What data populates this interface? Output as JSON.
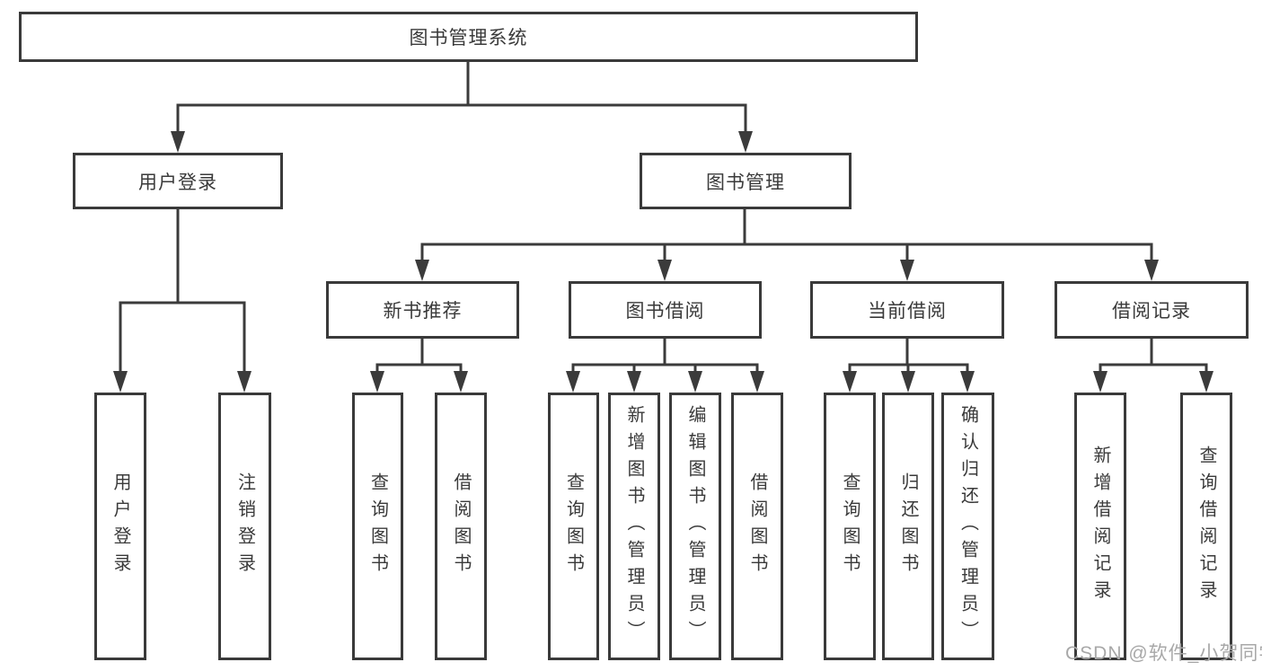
{
  "diagram": {
    "root": {
      "label": "图书管理系统"
    },
    "branches": [
      {
        "label": "用户登录",
        "children": [
          {
            "label": "用户登录"
          },
          {
            "label": "注销登录"
          }
        ]
      },
      {
        "label": "图书管理",
        "children": [
          {
            "label": "新书推荐",
            "children": [
              {
                "label": "查询图书"
              },
              {
                "label": "借阅图书"
              }
            ]
          },
          {
            "label": "图书借阅",
            "children": [
              {
                "label": "查询图书"
              },
              {
                "label": "新增图书（管理员）"
              },
              {
                "label": "编辑图书（管理员）"
              },
              {
                "label": "借阅图书"
              }
            ]
          },
          {
            "label": "当前借阅",
            "children": [
              {
                "label": "查询图书"
              },
              {
                "label": "归还图书"
              },
              {
                "label": "确认归还（管理员）"
              }
            ]
          },
          {
            "label": "借阅记录",
            "children": [
              {
                "label": "新增借阅记录"
              },
              {
                "label": "查询借阅记录"
              }
            ]
          }
        ]
      }
    ]
  },
  "watermark": {
    "text": "CSDN @软件_小贺同学"
  },
  "colors": {
    "line": "#3b3b3b",
    "box_border": "#3a3a3a",
    "box_background": "#ffffff",
    "text": "#3a3a3a",
    "watermark": "#a8a8a8"
  }
}
